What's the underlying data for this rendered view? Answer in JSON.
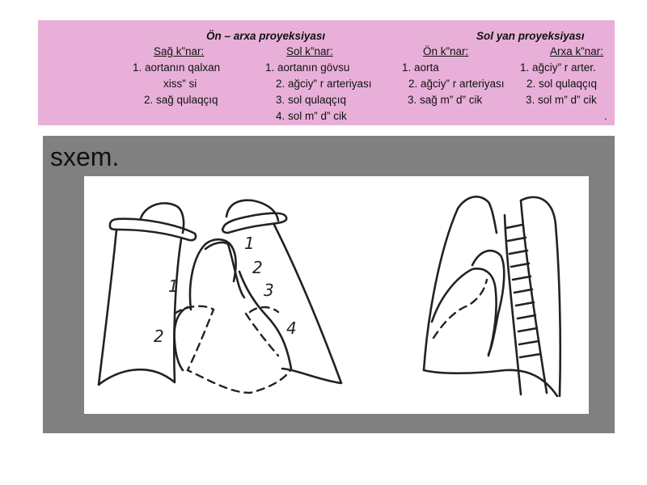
{
  "header": {
    "front_back_title": "Ön – arxa  proyeksiyası",
    "left_side_title": "Sol  yan  proyeksiyası",
    "right_edges_heading": "Sağ  k”nar:",
    "left_edges_heading": "Sol  k”nar:",
    "front_edges_heading": "Ön k”nar:",
    "back_edges_heading": "Arxa k”nar:",
    "right_items": [
      "1. aortanın qalxan",
      "xiss” si",
      "2. sağ qulaqçıq"
    ],
    "left_items": [
      "1. aortanın  gövsu",
      "2. ağciy” r arteriyası",
      "3. sol qulaqçıq",
      "4. sol m” d” cik"
    ],
    "front_items": [
      "1. aorta",
      "2. ağciy” r arteriyası",
      "3. sağ m” d” cik"
    ],
    "back_items": [
      "1. ağciy” r arter.",
      "2. sol qulaqçıq",
      "3. sol m” d” cik",
      "."
    ]
  },
  "panel": {
    "title": "sxem."
  },
  "diagram_labels": [
    "1",
    "2",
    "1",
    "2",
    "3",
    "4"
  ]
}
